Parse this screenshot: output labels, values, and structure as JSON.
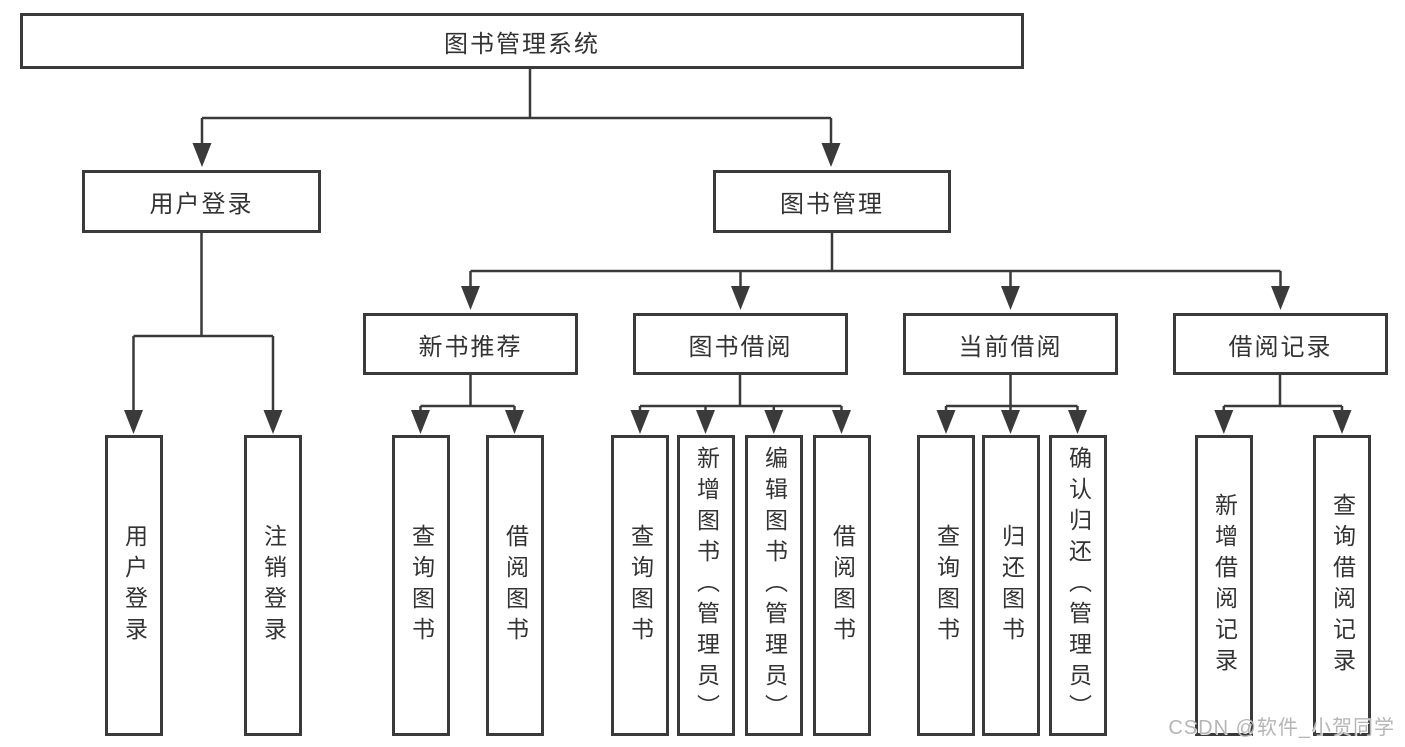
{
  "tree": {
    "label": "图书管理系统",
    "children": [
      {
        "label": "用户登录",
        "children": [
          {
            "label": "用户登录"
          },
          {
            "label": "注销登录"
          }
        ]
      },
      {
        "label": "图书管理",
        "children": [
          {
            "label": "新书推荐",
            "children": [
              {
                "label": "查询图书"
              },
              {
                "label": "借阅图书"
              }
            ]
          },
          {
            "label": "图书借阅",
            "children": [
              {
                "label": "查询图书"
              },
              {
                "label": "新增图书（管理员）"
              },
              {
                "label": "编辑图书（管理员）"
              },
              {
                "label": "借阅图书"
              }
            ]
          },
          {
            "label": "当前借阅",
            "children": [
              {
                "label": "查询图书"
              },
              {
                "label": "归还图书"
              },
              {
                "label": "确认归还（管理员）"
              }
            ]
          },
          {
            "label": "借阅记录",
            "children": [
              {
                "label": "新增借阅记录"
              },
              {
                "label": "查询借阅记录"
              }
            ]
          }
        ]
      }
    ]
  },
  "watermark": {
    "text": "CSDN @软件_小贺同学"
  },
  "colors": {
    "line": "#3a3a3a",
    "box_border": "#3a3a3a",
    "box_fill": "#ffffff",
    "text": "#333333",
    "watermark": "#b5b5b5"
  }
}
